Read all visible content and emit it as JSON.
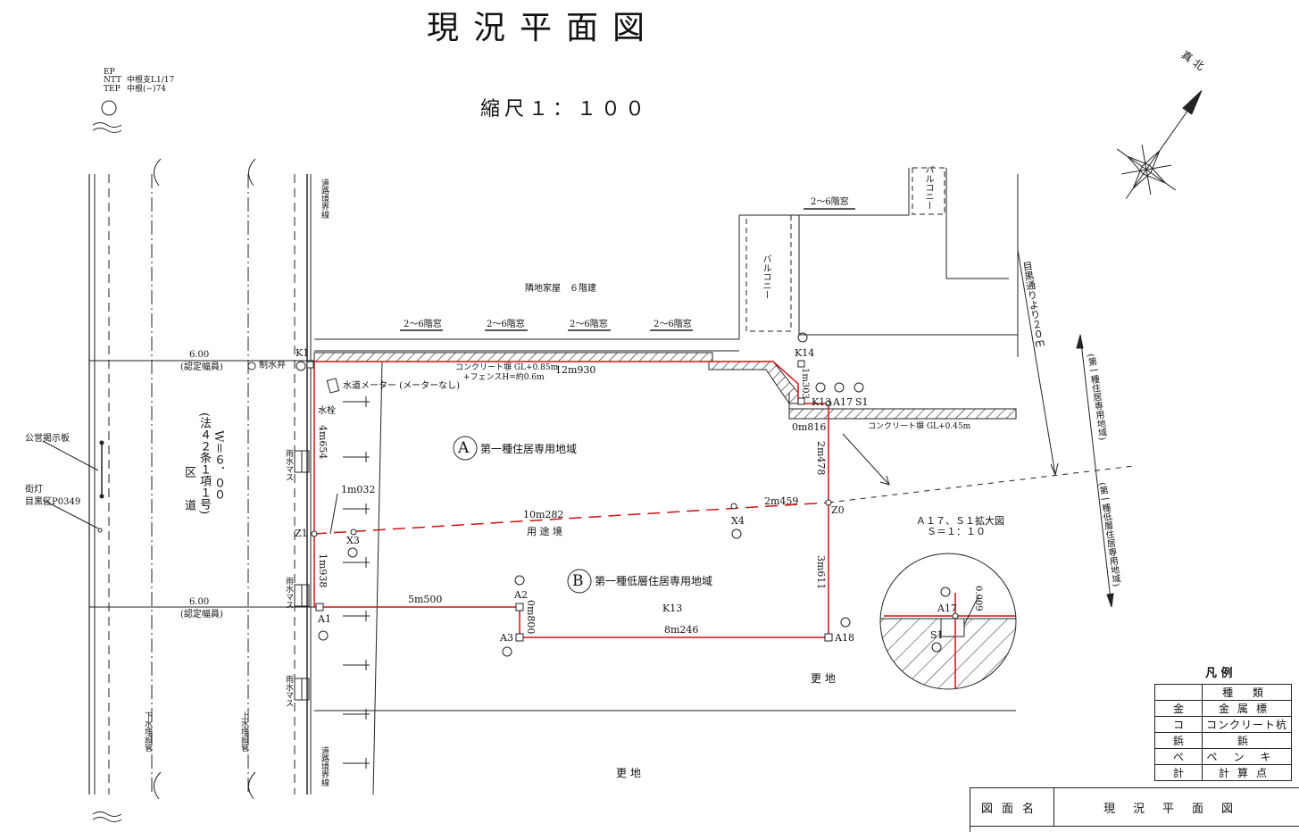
{
  "title": "現況平面図",
  "scale": "縮尺１：１００",
  "utility": {
    "ep": "EP",
    "ntt": "NTT",
    "ntt_val": "中根支L1/17",
    "tep": "TEP",
    "tep_val": "中根(−)74"
  },
  "north": "真 北",
  "road": {
    "name": "区 道",
    "law": "(法４２条１項１号)",
    "width": "W＝６．００",
    "dim_top": "6.00",
    "dim_top_note": "(認定幅員)",
    "dim_bottom": "6.00",
    "dim_bottom_note": "(認定幅員)",
    "boundary_top": "道路境界線",
    "boundary_bottom": "道路境界線",
    "sewer_pipe": "下水埋設管",
    "water_pipe": "上水埋設管",
    "public_board": "公営掲示板",
    "street_light": "街灯",
    "street_light_id": "目黒区P0349",
    "water_valve": "制水弁",
    "rain_box": "雨水マス"
  },
  "neighbor": {
    "house": "隣地家屋　６階建",
    "window": "2～6階窓",
    "balcony": "バルコニー"
  },
  "walls": {
    "north": "コンクリート塀 GL+0.85m",
    "north_fence": "+フェンスH=約0.6m",
    "east": "コンクリート塀 GL+0.45m",
    "meter": "水道メーター (メーターなし)",
    "hydrant": "水栓"
  },
  "zones": {
    "a_mark": "A",
    "a_label": "第一種住居専用地域",
    "b_mark": "B",
    "b_label": "第一種低層住居専用地域",
    "boundary": "用 途 境",
    "right_a": "(第一種住居専用地域)",
    "right_b": "(第一種低層住居専用地域)",
    "meguro_dist": "目黒通りより２０ｍ"
  },
  "points": {
    "K1": "K1",
    "K14": "K14",
    "K13": "K13",
    "A17": "A17",
    "S1": "S1",
    "Z0": "Z0",
    "Z1": "Z1",
    "X3": "X3",
    "X4": "X4",
    "A1": "A1",
    "A2": "A2",
    "A3": "A3",
    "A18": "A18",
    "K13_mid": "K13"
  },
  "dims": {
    "d1": "12m930",
    "d2": "1m303",
    "d3": "0m816",
    "d4": "2m478",
    "d5": "4m654",
    "d6": "1m032",
    "d7": "10m282",
    "d8": "2m459",
    "d9": "1m938",
    "d10": "3m611",
    "d11": "5m500",
    "d12": "0m800",
    "d13": "8m246",
    "d14": "0.009"
  },
  "sara": "更 地",
  "detail": {
    "title": "Ａ１７、Ｓ１拡大図",
    "scale": "Ｓ＝１：１０"
  },
  "legend": {
    "title": "凡 例",
    "header": "種 類",
    "rows": [
      {
        "sym": "金",
        "name": "金属標"
      },
      {
        "sym": "コ",
        "name": "コンクリート杭"
      },
      {
        "sym": "鋲",
        "name": "鋲"
      },
      {
        "sym": "ぺ",
        "name": "ペンキ"
      },
      {
        "sym": "計",
        "name": "計算点"
      }
    ]
  },
  "title_block": {
    "label": "図面名",
    "value": "現況平面図"
  }
}
